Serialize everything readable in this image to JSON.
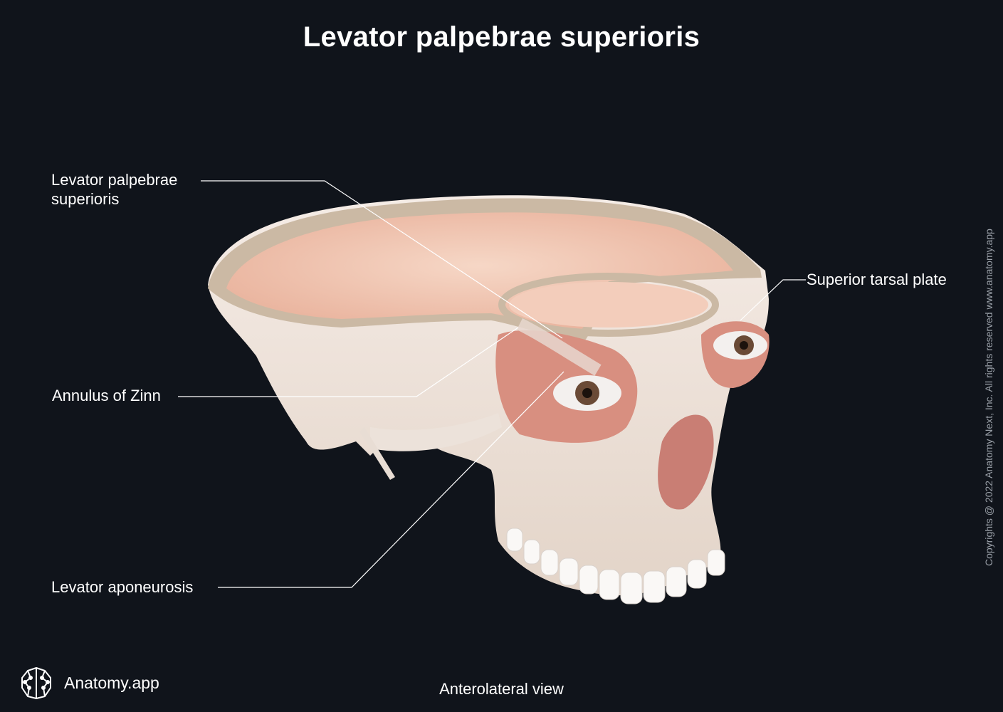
{
  "title": "Levator palpebrae superioris",
  "labels": {
    "levator_palpebrae": "Levator palpebrae\nsuperioris",
    "annulus_of_zinn": "Annulus of Zinn",
    "levator_aponeurosis": "Levator aponeurosis",
    "superior_tarsal_plate": "Superior tarsal plate"
  },
  "view_caption": "Anterolateral view",
  "brand": "Anatomy.app",
  "copyright": "Copyrights @ 2022 Anatomy Next, Inc. All rights reserved www.anatomy.app",
  "colors": {
    "background": "#10141b",
    "bone": "#efe6df",
    "bone_cut_edge": "#c9b7a3",
    "cranial_cavity": "#f2c9b6",
    "muscle": "#c9807a",
    "leader_line": "#ffffff"
  },
  "icons": {
    "logo": "brain-icon"
  }
}
